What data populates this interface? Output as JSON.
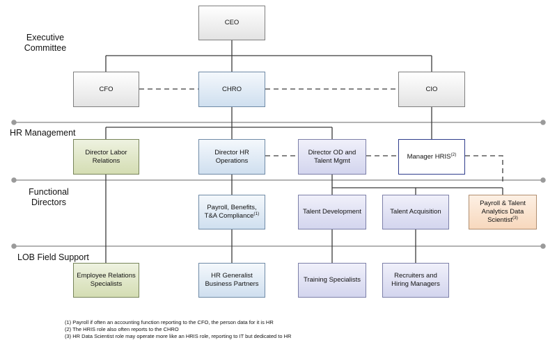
{
  "bands": {
    "executive": "Executive Committee",
    "hr_management": "HR Management",
    "functional": "Functional Directors",
    "lob": "LOB Field Support"
  },
  "boxes": {
    "ceo": "CEO",
    "cfo": "CFO",
    "chro": "CHRO",
    "cio": "CIO",
    "dir_labor": "Director Labor Relations",
    "dir_hr_ops": "Director HR Operations",
    "dir_od": "Director OD and Talent Mgmt",
    "mgr_hris": "Manager HRIS",
    "mgr_hris_note": "(2)",
    "payroll": "Payroll, Benefits, T&A Compliance",
    "payroll_note": "(1)",
    "talent_dev": "Talent Development",
    "talent_acq": "Talent Acquisition",
    "analytics": "Payroll & Talent Analytics Data Scientist",
    "analytics_note": "(3)",
    "emp_rel": "Employee Relations Specialists",
    "hr_generalist": "HR Generalist Business Partners",
    "training": "Training Specialists",
    "recruiters": "Recruiters and Hiring Managers"
  },
  "footnotes": [
    "(1) Payroll if often an accounting function reporting to the CFO, the person data for it is HR",
    "(2) The HRIS role also often reports to the CHRO",
    "(3) HR Data Scientist role may operate more like an HRIS role, reporting to IT but dedicated to HR"
  ],
  "colors": {
    "grey": "#e3e3e3",
    "blue": "#cfdfef",
    "purple": "#d3d5ee",
    "green": "#d4ddb3",
    "orange": "#f7d8bd",
    "hris_border": "#2e3c8c"
  }
}
